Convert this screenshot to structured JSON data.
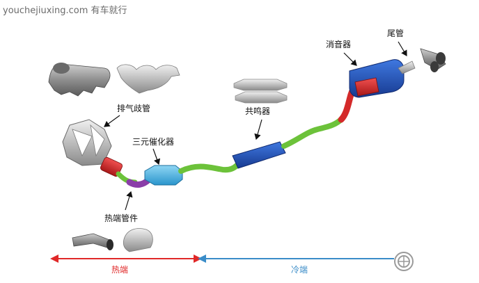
{
  "watermark": "youchejiuxing.com 有车就行",
  "labels": {
    "exhaust_manifold": "排气歧管",
    "catalytic_converter": "三元催化器",
    "resonator": "共鸣器",
    "muffler": "消音器",
    "tailpipe": "尾管",
    "hot_end_pipe": "热端管件"
  },
  "scale": {
    "hot_end": "热端",
    "cold_end": "冷端"
  },
  "colors": {
    "hot_arrow": "#e02828",
    "cold_arrow": "#3a8cc8",
    "pipe_green": "#6cc23a",
    "pipe_blue": "#1e4fb8",
    "pipe_red": "#d42a2a",
    "pipe_purple": "#8a3ea8",
    "catalyst_cyan": "#3fb0e0",
    "metal_gray": "#9a9a9a"
  }
}
